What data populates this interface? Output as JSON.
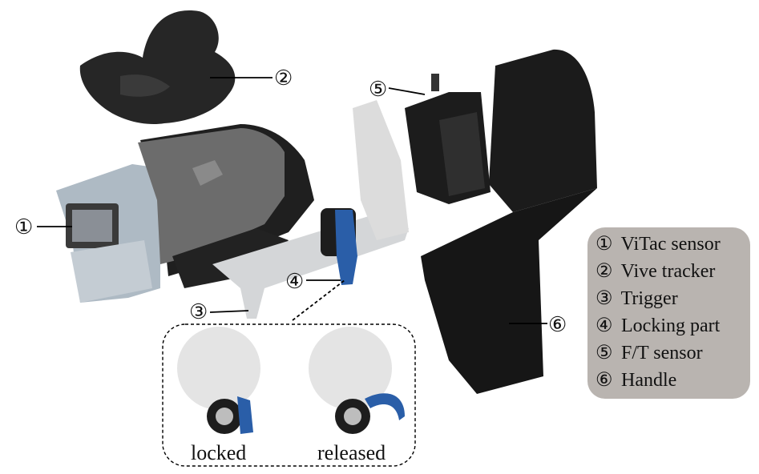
{
  "callouts": [
    "①",
    "②",
    "③",
    "④",
    "⑤",
    "⑥"
  ],
  "legend": [
    {
      "num": "①",
      "label": "ViTac sensor"
    },
    {
      "num": "②",
      "label": "Vive tracker"
    },
    {
      "num": "③",
      "label": "Trigger"
    },
    {
      "num": "④",
      "label": "Locking part"
    },
    {
      "num": "⑤",
      "label": "F/T sensor"
    },
    {
      "num": "⑥",
      "label": "Handle"
    }
  ],
  "states": {
    "locked": "locked",
    "released": "released"
  },
  "colors": {
    "dark_part": "#2b2b2b",
    "grey_part": "#6f6f6f",
    "light_part": "#d6d9dc",
    "blue_part": "#2a5ea8",
    "legend_bg": "#b9b4b0"
  }
}
